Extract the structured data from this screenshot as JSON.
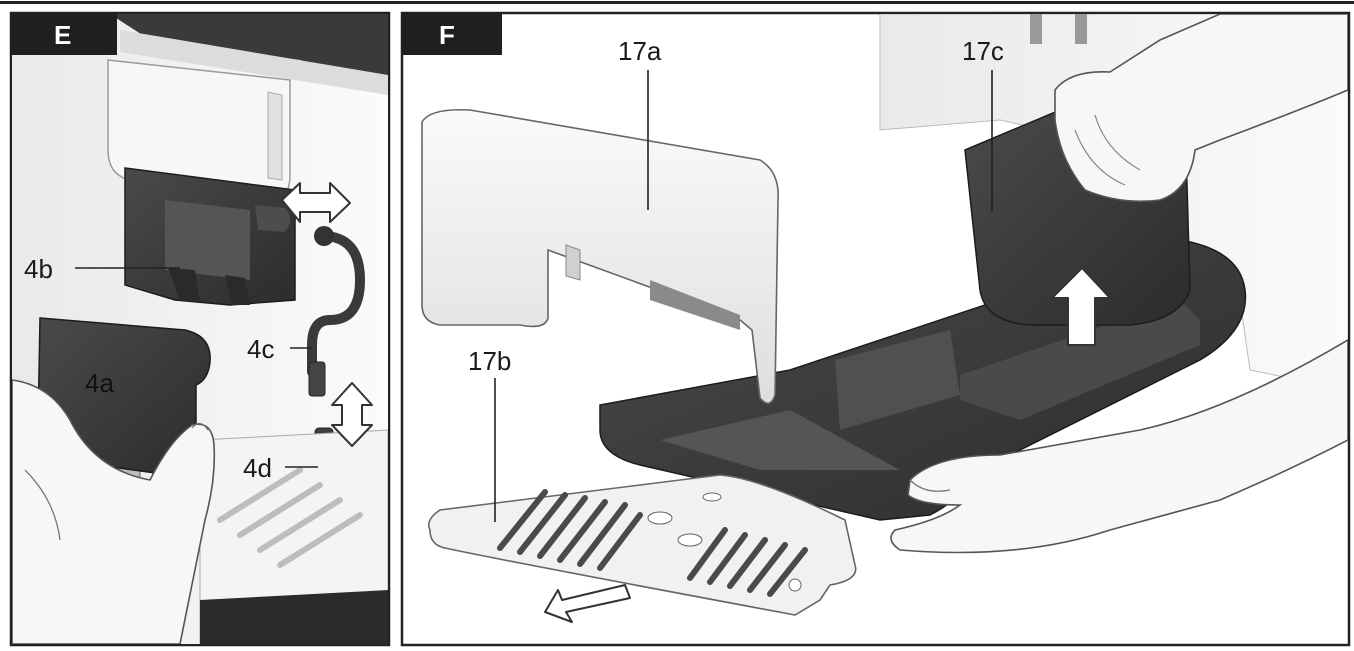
{
  "panels": [
    {
      "tag": "E",
      "labels": {
        "a": "4a",
        "b": "4b",
        "c": "4c",
        "d": "4d"
      }
    },
    {
      "tag": "F",
      "labels": {
        "a": "17a",
        "b": "17b",
        "c": "17c"
      }
    }
  ],
  "colors": {
    "frame": "#222222",
    "dark_part": "#3b3b3b",
    "light_part": "#ededed",
    "machine": "#f2f2f2",
    "skin": "#f4f4f4"
  }
}
